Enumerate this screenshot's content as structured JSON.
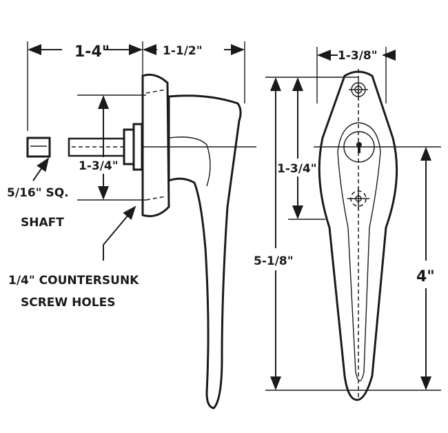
{
  "dimensions": {
    "shaft_length": "1-4\"",
    "plate_to_handle": "1-1/2\"",
    "rosette_width": "1-3/8\"",
    "hole_spacing_side": "1-3/4\"",
    "hole_spacing_front": "1-3/4\"",
    "overall_height": "5-1/8\"",
    "center_to_tip": "4\""
  },
  "callouts": {
    "shaft_line1": "5/16\" SQ.",
    "shaft_line2": "SHAFT",
    "holes_line1": "1/4\" COUNTERSUNK",
    "holes_line2": "SCREW HOLES"
  }
}
